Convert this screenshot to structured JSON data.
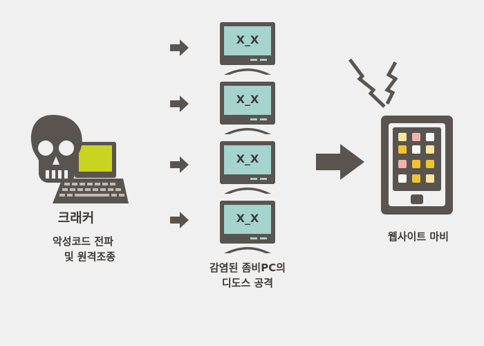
{
  "hacker": {
    "title": "크래커",
    "desc_line1": "악성코드 전파",
    "desc_line2": "및 원격조종"
  },
  "zombies": {
    "screen_text": "X_X",
    "label_line1": "감염된 좀비PC의",
    "label_line2": "디도스 공격"
  },
  "target": {
    "label": "웹사이트 마비"
  },
  "colors": {
    "dark": "#59544f",
    "screen": "#a5d3cd",
    "laptop_screen": "#c9d421",
    "app_yellow": "#f6e79a",
    "app_pink": "#f2b2ac",
    "app_white": "#f7f7f5",
    "app_orange": "#f1c232"
  }
}
